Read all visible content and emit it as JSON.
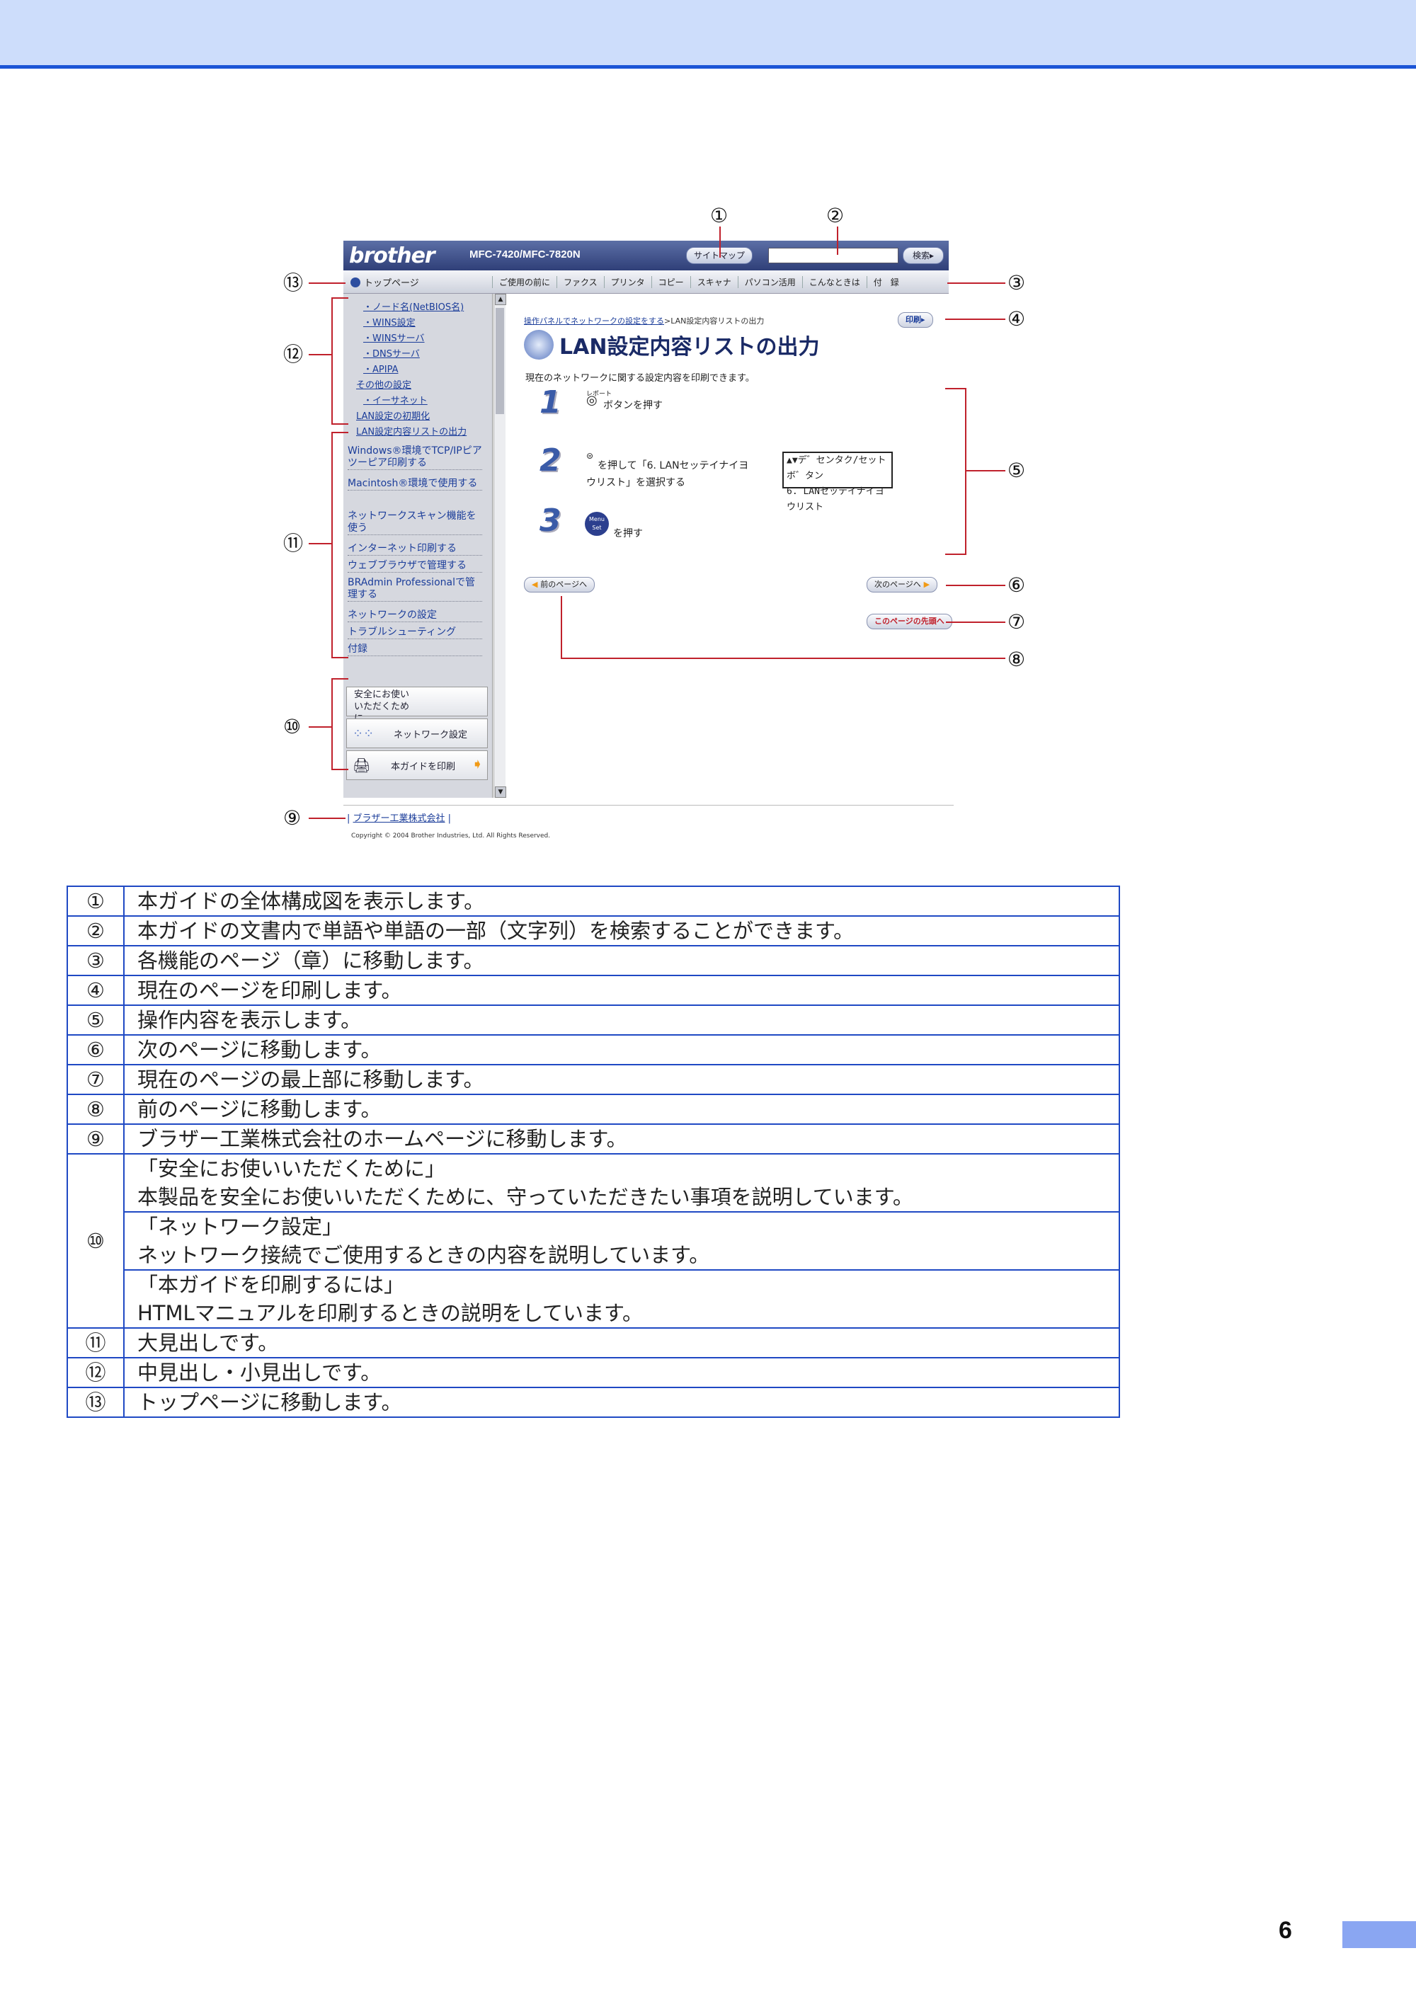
{
  "screenshot": {
    "logo": "brother",
    "model": "MFC-7420/MFC-7820N",
    "sitemap_button": "サイトマップ",
    "search_button": "検索▸",
    "home_link": "トップページ",
    "nav_items": [
      "ご使用の前に",
      "ファクス",
      "プリンタ",
      "コピー",
      "スキャナ",
      "パソコン活用",
      "こんなときは",
      "付　録"
    ],
    "sidebar_sub_items": [
      "・ノード名(NetBIOS名)",
      "・WINS設定",
      "・WINSサーバ",
      "・DNSサーバ",
      "・APIPA",
      "その他の設定",
      "・イーサネット",
      "LAN設定の初期化",
      "LAN設定内容リストの出力"
    ],
    "sidebar_big_items": [
      "Windows®環境でTCP/IPピアツーピア印刷する",
      "Macintosh®環境で使用する",
      "ネットワークスキャン機能を使う",
      "インターネット印刷する",
      "ウェブブラウザで管理する",
      "BRAdmin Professionalで管理する",
      "ネットワークの設定",
      "トラブルシューティング",
      "付録"
    ],
    "side_banners": [
      "安全にお使いいただくために",
      "ネットワーク設定",
      "本ガイドを印刷"
    ],
    "breadcrumb_link": "操作パネルでネットワークの設定をする",
    "breadcrumb_current": ">LAN設定内容リストの出力",
    "print_button": "印刷▸",
    "page_title": "LAN設定内容リストの出力",
    "page_subtitle": "現在のネットワークに関する設定内容を印刷できます。",
    "steps": [
      {
        "num": "1",
        "text": "ボタンを押す",
        "icon_label": "レポート"
      },
      {
        "num": "2",
        "text_line1": "を押して「6. LANセッテイナイヨ",
        "text_line2": "ウリスト」を選択する"
      },
      {
        "num": "3",
        "text": "を押す",
        "icon_label": "Menu Set"
      }
    ],
    "lcd_line1": "▲▼デ゛センタク/セットボ゛タン",
    "lcd_line2": "6. LANセッテイナイヨウリスト",
    "prev_page": "前のページへ",
    "next_page": "次のページへ",
    "top_of_page": "このページの先頭へ",
    "footer_link": "ブラザー工業株式会社",
    "copyright": "Copyright © 2004 Brother Industries, Ltd. All Rights Reserved."
  },
  "callouts": [
    "①",
    "②",
    "③",
    "④",
    "⑤",
    "⑥",
    "⑦",
    "⑧",
    "⑨",
    "⑩",
    "⑪",
    "⑫",
    "⑬"
  ],
  "legend": [
    {
      "num": "①",
      "desc": "本ガイドの全体構成図を表示します。"
    },
    {
      "num": "②",
      "desc": "本ガイドの文書内で単語や単語の一部（文字列）を検索することができます。"
    },
    {
      "num": "③",
      "desc": "各機能のページ（章）に移動します。"
    },
    {
      "num": "④",
      "desc": "現在のページを印刷します。"
    },
    {
      "num": "⑤",
      "desc": "操作内容を表示します。"
    },
    {
      "num": "⑥",
      "desc": "次のページに移動します。"
    },
    {
      "num": "⑦",
      "desc": "現在のページの最上部に移動します。"
    },
    {
      "num": "⑧",
      "desc": "前のページに移動します。"
    },
    {
      "num": "⑨",
      "desc": "ブラザー工業株式会社のホームページに移動します。"
    },
    {
      "num": "⑩",
      "sub": [
        {
          "title": "「安全にお使いいただくために」",
          "desc": "本製品を安全にお使いいただくために、守っていただきたい事項を説明しています。"
        },
        {
          "title": "「ネットワーク設定」",
          "desc": "ネットワーク接続でご使用するときの内容を説明しています。"
        },
        {
          "title": "「本ガイドを印刷するには」",
          "desc": "HTMLマニュアルを印刷するときの説明をしています。"
        }
      ]
    },
    {
      "num": "⑪",
      "desc": "大見出しです。"
    },
    {
      "num": "⑫",
      "desc": "中見出し・小見出しです。"
    },
    {
      "num": "⑬",
      "desc": "トップページに移動します。"
    }
  ],
  "page_number": "6"
}
